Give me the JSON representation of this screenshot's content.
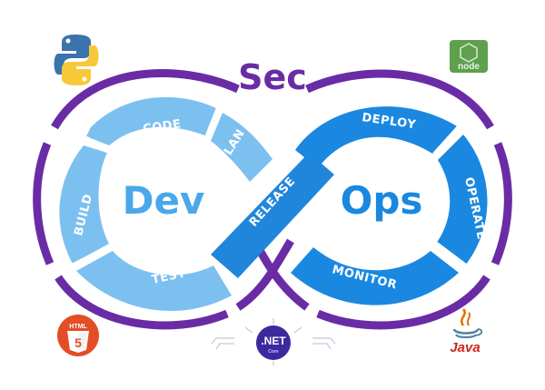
{
  "title": "Sec",
  "left_word": "Dev",
  "right_word": "Ops",
  "stages": {
    "code": "CODE",
    "plan": "PLAN",
    "build": "BUILD",
    "test": "TEST",
    "release": "RELEASE",
    "deploy": "DEPLOY",
    "operate": "OPERATE",
    "monitor": "MONITOR"
  },
  "logos": {
    "python": "python-logo",
    "node": "node",
    "html": "HTML",
    "html_number": "5",
    "dotnet": ".NET",
    "dotnet_sub": "Core",
    "java": "Java"
  },
  "colors": {
    "purple": "#6a2ca5",
    "dev_blue": "#7cc0f0",
    "ops_blue": "#1a88e0",
    "release_blue": "#1f86dc",
    "text_blue": "#4aa8ea"
  }
}
